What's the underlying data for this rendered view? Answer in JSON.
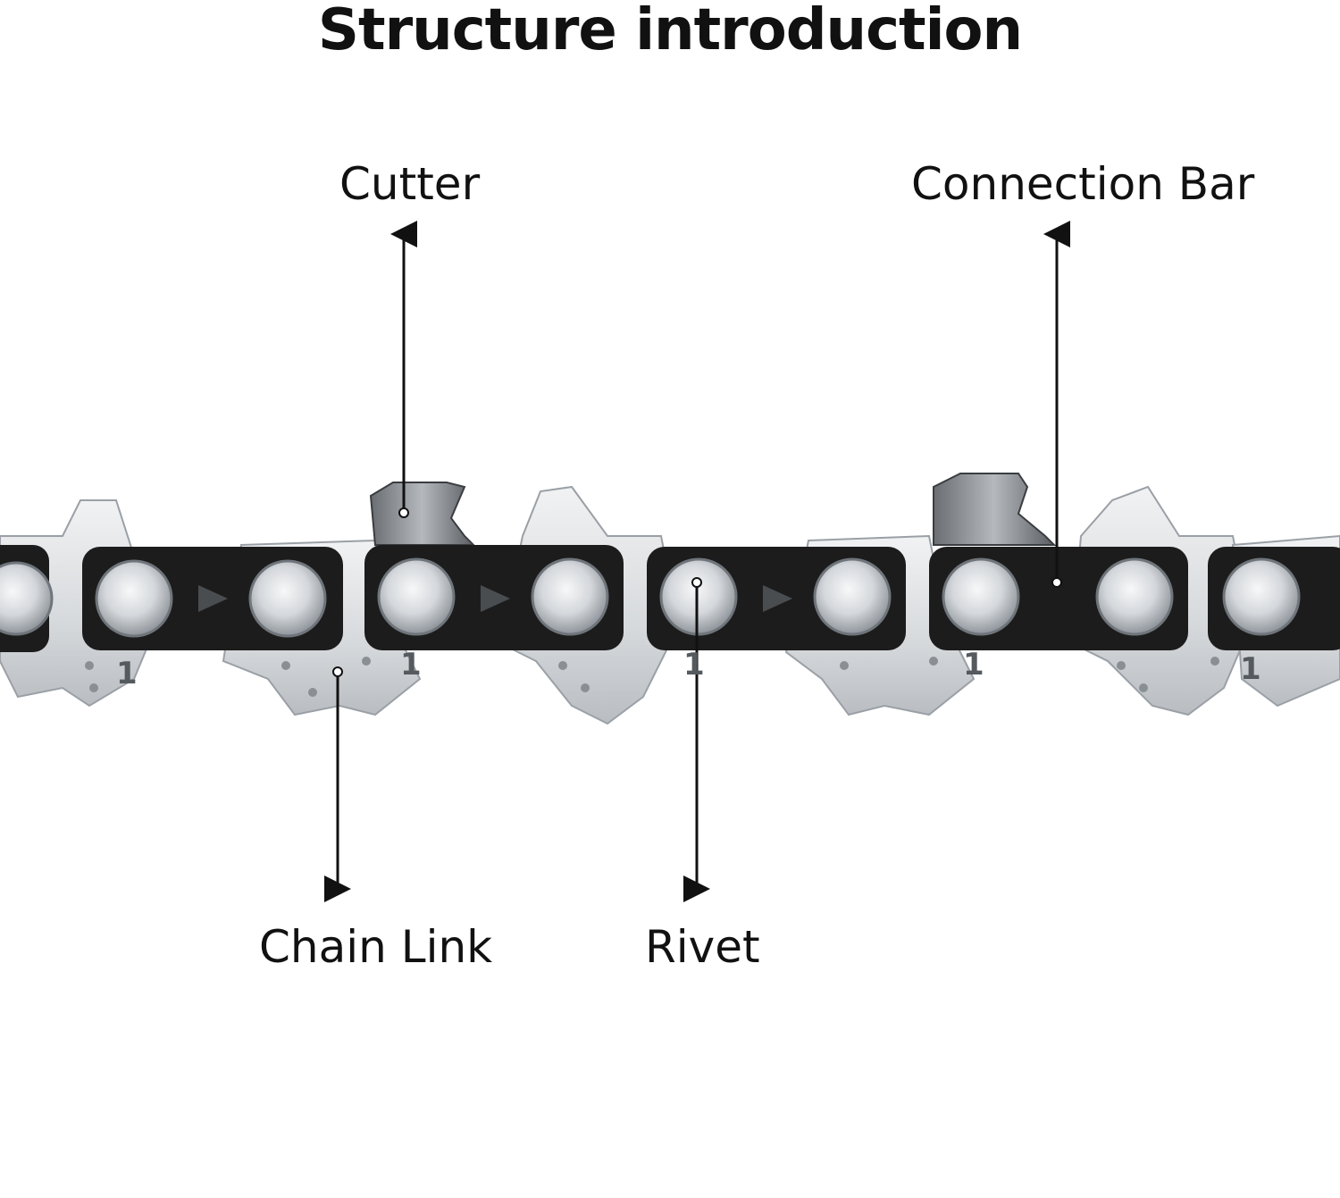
{
  "title": "Structure introduction",
  "labels": {
    "cutter": "Cutter",
    "connection_bar": "Connection Bar",
    "chain_link": "Chain Link",
    "rivet": "Rivet"
  },
  "link_number": "1",
  "colors": {
    "text": "#111111",
    "steel": "#d9dce0",
    "steel_edge": "#9aa0a6",
    "bar": "#1c1c1c",
    "rivet": "#cfd2d6"
  }
}
